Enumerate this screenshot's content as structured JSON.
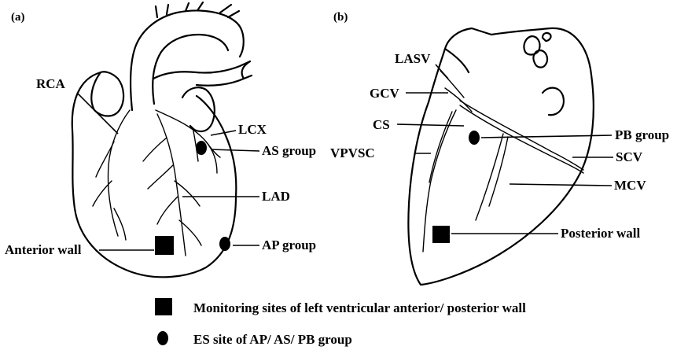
{
  "panel_a": {
    "tag": "(a)",
    "labels": {
      "rca": "RCA",
      "lcx": "LCX",
      "as_group": "AS group",
      "lad": "LAD",
      "ap_group": "AP group",
      "anterior_wall": "Anterior wall"
    }
  },
  "panel_b": {
    "tag": "(b)",
    "labels": {
      "lasv": "LASV",
      "gcv": "GCV",
      "cs": "CS",
      "vpvsc": "VPVSC",
      "pb_group": "PB group",
      "scv": "SCV",
      "mcv": "MCV",
      "posterior_wall": "Posterior wall"
    }
  },
  "legend": {
    "square_text": "Monitoring sites of left ventricular anterior/ posterior wall",
    "circle_text": "ES site of AP/ AS/ PB group"
  },
  "colors": {
    "ink": "#000000",
    "background": "#ffffff"
  }
}
